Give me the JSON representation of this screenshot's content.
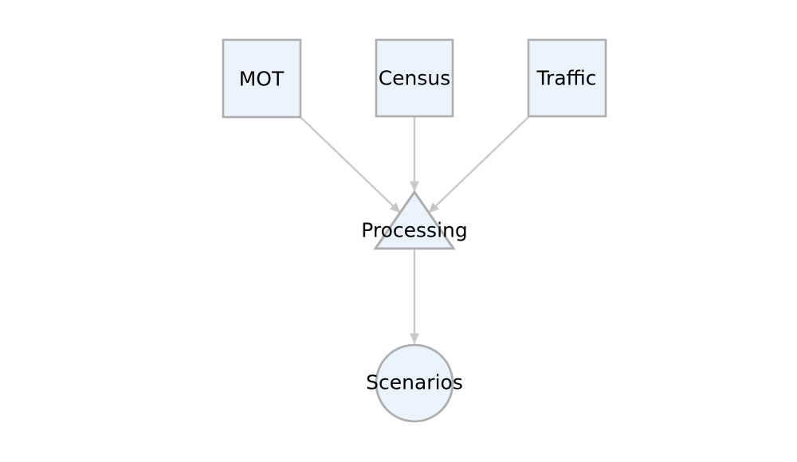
{
  "diagram": {
    "colors": {
      "background": "#ffffff",
      "node_fill": "#ebf3fb",
      "node_border": "#aeaeae",
      "edge": "#c8c8c8",
      "text": "#000000"
    },
    "nodes": {
      "mot": {
        "label": "MOT",
        "shape": "square"
      },
      "census": {
        "label": "Census",
        "shape": "square"
      },
      "traffic": {
        "label": "Traffic",
        "shape": "square"
      },
      "processing": {
        "label": "Processing",
        "shape": "triangle"
      },
      "scenarios": {
        "label": "Scenarios",
        "shape": "circle"
      }
    },
    "edges": [
      {
        "from": "MOT",
        "to": "Processing"
      },
      {
        "from": "Census",
        "to": "Processing"
      },
      {
        "from": "Traffic",
        "to": "Processing"
      },
      {
        "from": "Processing",
        "to": "Scenarios"
      }
    ]
  }
}
